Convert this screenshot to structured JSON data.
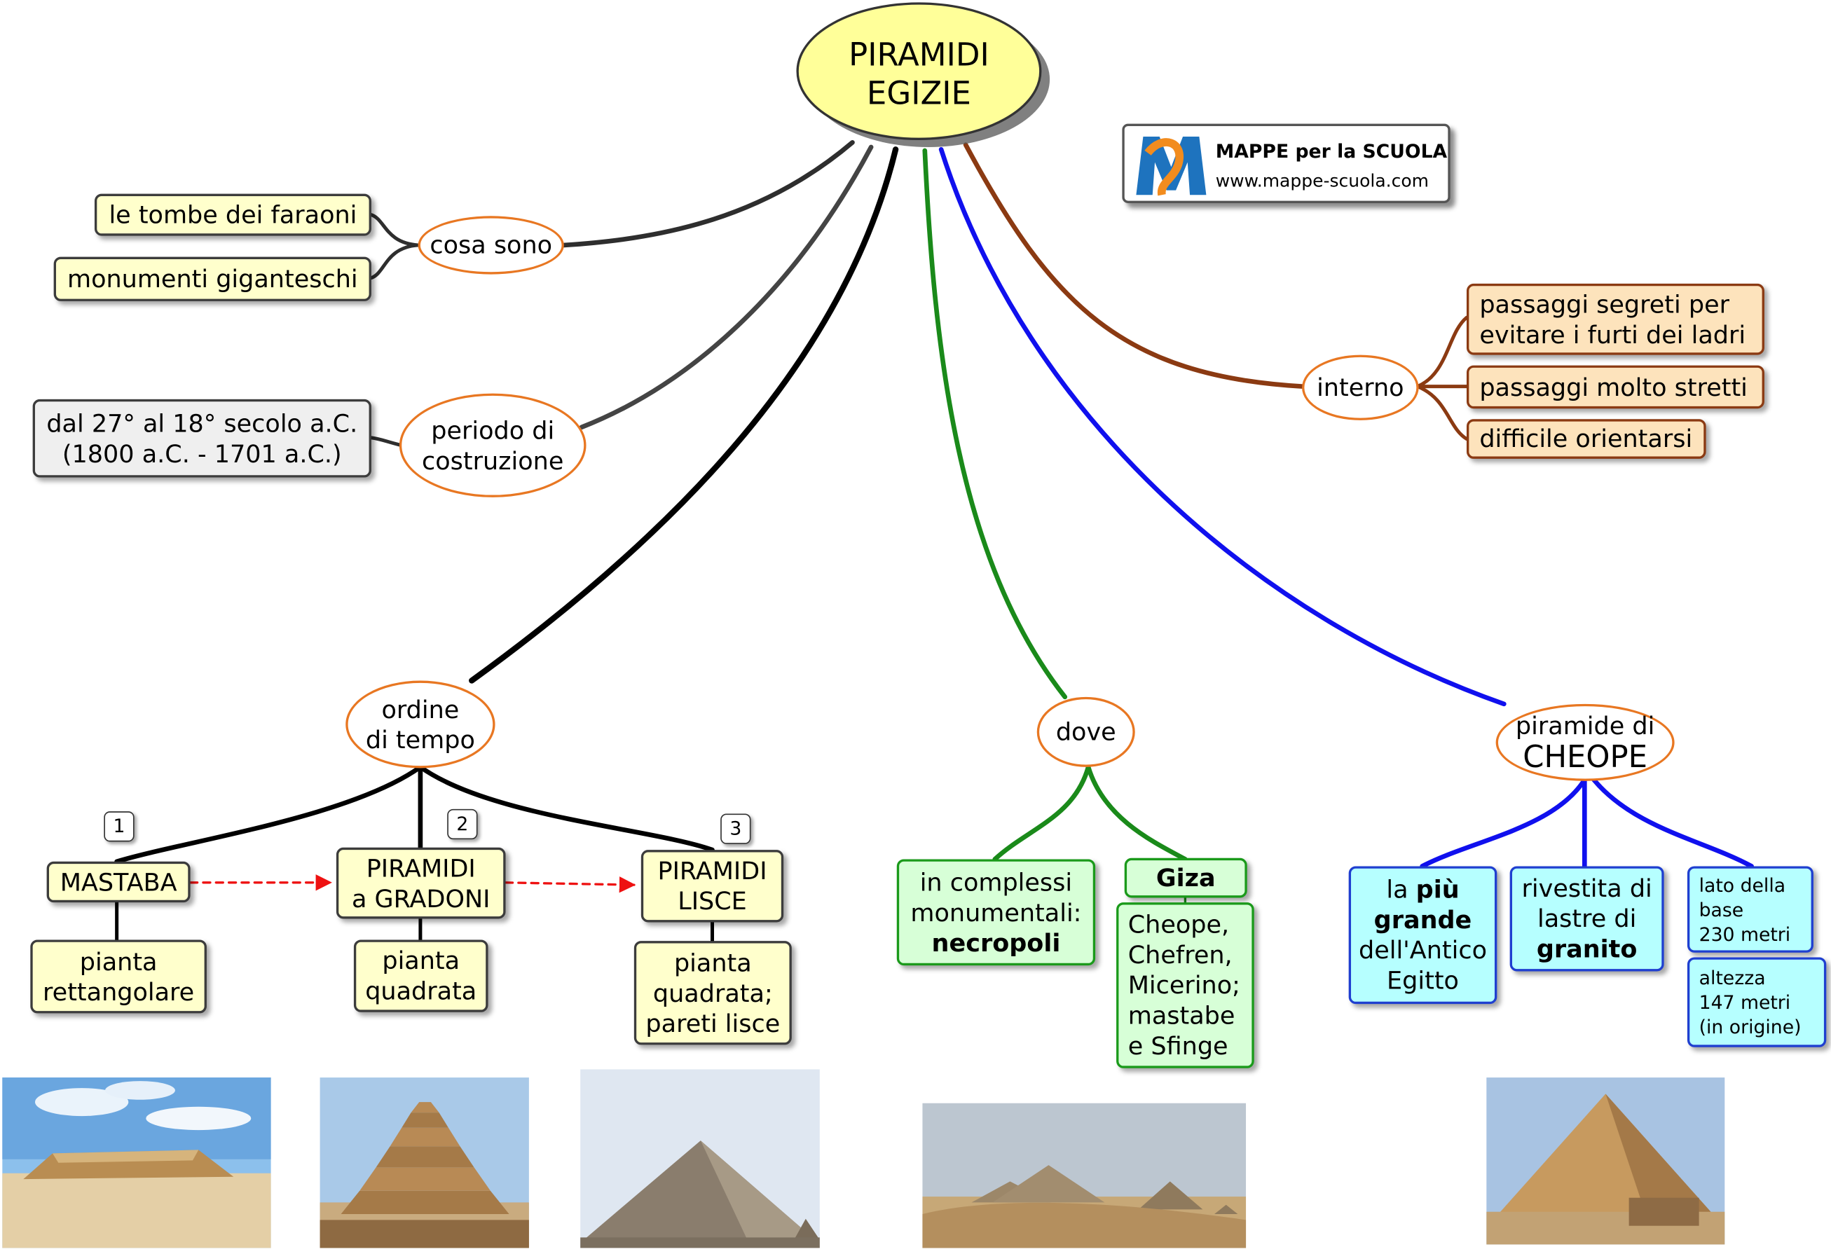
{
  "title": {
    "line1": "PIRAMIDI",
    "line2": "EGIZIE"
  },
  "logo": {
    "brand": "MAPPE per la SCUOLA",
    "url": "www.mappe-scuola.com",
    "icon": "mappe-logo-icon"
  },
  "cosa_sono": {
    "label": "cosa sono",
    "items": [
      "le tombe dei faraoni",
      "monumenti giganteschi"
    ]
  },
  "periodo": {
    "line1": "periodo di",
    "line2": "costruzione",
    "detail_line1": "dal 27° al 18° secolo a.C.",
    "detail_line2": "(1800 a.C. - 1701 a.C.)"
  },
  "interno": {
    "label": "interno",
    "items": [
      {
        "line1": "passaggi segreti per",
        "line2": "evitare i furti dei ladri"
      },
      {
        "line1": "passaggi molto stretti"
      },
      {
        "line1": "difficile orientarsi"
      }
    ]
  },
  "ordine": {
    "line1": "ordine",
    "line2": "di tempo",
    "steps": [
      {
        "number": "1",
        "line1": "MASTABA",
        "line2": "",
        "plan_line1": "pianta",
        "plan_line2": "rettangolare",
        "plan_line3": ""
      },
      {
        "number": "2",
        "line1": "PIRAMIDI",
        "line2": "a GRADONI",
        "plan_line1": "pianta",
        "plan_line2": "quadrata",
        "plan_line3": ""
      },
      {
        "number": "3",
        "line1": "PIRAMIDI",
        "line2": "LISCE",
        "plan_line1": "pianta",
        "plan_line2": "quadrata;",
        "plan_line3": "pareti lisce"
      }
    ]
  },
  "dove": {
    "label": "dove",
    "complessi": {
      "line1": "in complessi",
      "line2": "monumentali:",
      "line3": "necropoli"
    },
    "giza": "Giza",
    "giza_list": [
      "Cheope,",
      "Chefren,",
      "Micerino;",
      "mastabe",
      "e Sfinge"
    ]
  },
  "cheope": {
    "line1": "piramide di",
    "line2": "CHEOPE",
    "grande": {
      "pre": "la ",
      "bold1": "più",
      "bold2": "grande",
      "line3": "dell'Antico",
      "line4": "Egitto"
    },
    "rivestita": {
      "line1": "rivestita di",
      "line2": "lastre di",
      "line3": "granito"
    },
    "lato": {
      "line1": "lato della",
      "line2": "base",
      "line3": "230 metri"
    },
    "altezza": {
      "line1": "altezza",
      "line2": "147 metri",
      "line3": "(in origine)"
    }
  },
  "colors": {
    "brown": "#8b3a12",
    "green": "#1a8a1a",
    "blue": "#1010ee",
    "grey_line": "#2e2e2e",
    "red_arrow": "#ee1111",
    "title_fill": "#ffff99"
  }
}
